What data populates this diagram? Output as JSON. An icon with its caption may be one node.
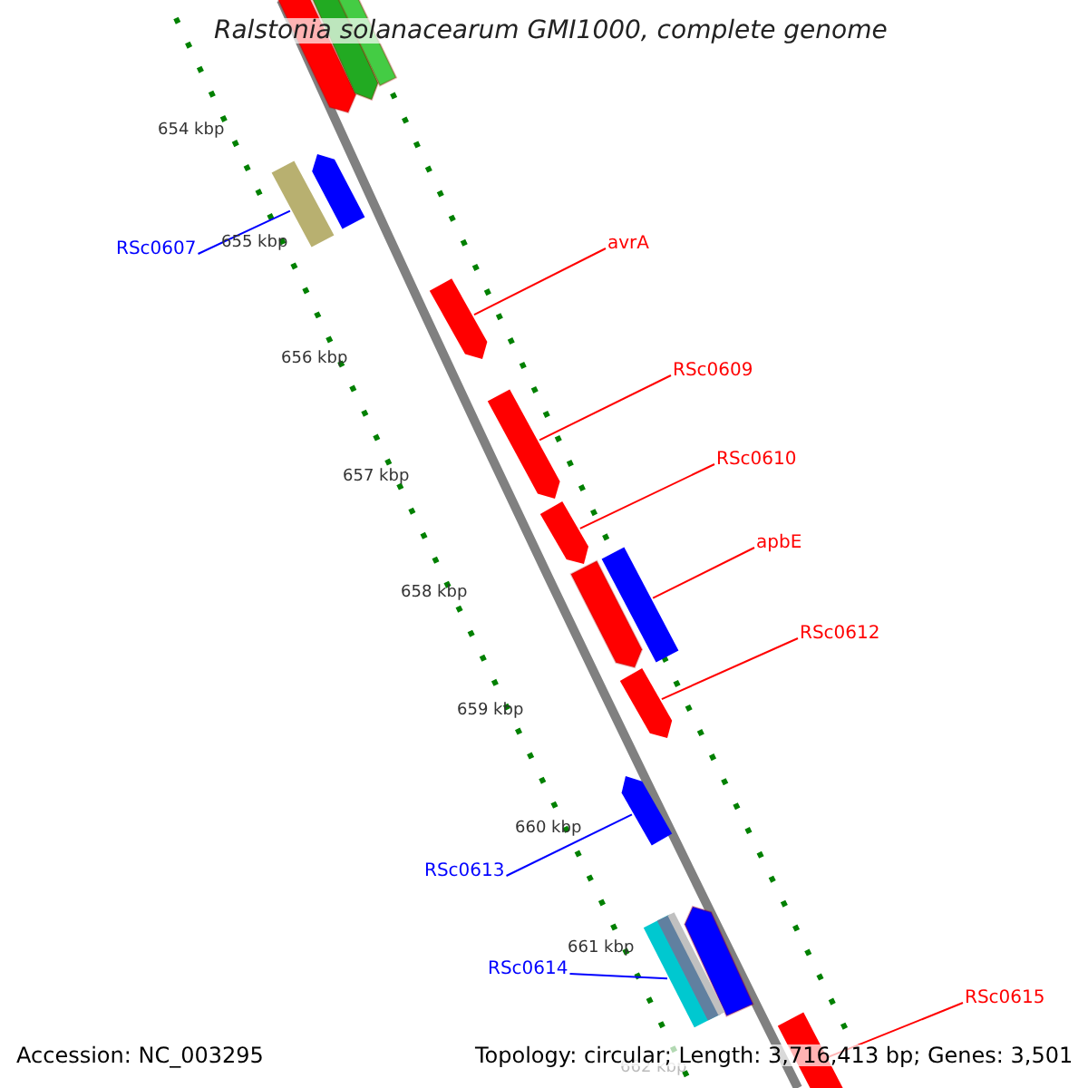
{
  "diagram": {
    "title": "Ralstonia solanacearum GMI1000, complete genome",
    "nodes": [
      {
        "text": [
          "RSc0607"
        ]
      },
      {
        "text": [],
        "shape": "bar"
      },
      {
        "text": [
          "avrA"
        ]
      },
      {
        "text": [],
        "shape": "bar"
      },
      {
        "text": [
          "RSc0609"
        ]
      },
      {
        "text": [],
        "shape": "bar"
      },
      {
        "text": [
          "RSc0610"
        ]
      },
      {
        "text": [],
        "shape": "bar"
      },
      {
        "text": [
          "apbE"
        ]
      },
      {
        "text": [],
        "shape": "bar"
      },
      {
        "text": [
          "RSc0612"
        ]
      },
      {
        "text": [],
        "shape": "bar"
      },
      {
        "text": [
          "RSc0613"
        ]
      },
      {
        "text": [],
        "shape": "bar"
      },
      {
        "text": [
          "RSc0614"
        ]
      },
      {
        "text": [],
        "shape": "bar"
      },
      {
        "text": [
          "RSc0615"
        ]
      },
      {
        "text": [],
        "shape": "bar"
      }
    ],
    "edges": [
      {
        "from": 0,
        "to": 1,
        "arrow": "none",
        "color": "#0000ff"
      },
      {
        "from": 2,
        "to": 3,
        "arrow": "none"
      },
      {
        "from": 4,
        "to": 5,
        "arrow": "none"
      },
      {
        "from": 6,
        "to": 7,
        "arrow": "none"
      },
      {
        "from": 8,
        "to": 9,
        "arrow": "none"
      },
      {
        "from": 10,
        "to": 11,
        "arrow": "none"
      },
      {
        "from": 12,
        "to": 13,
        "arrow": "none",
        "color": "#0000ff"
      },
      {
        "from": 14,
        "to": 15,
        "arrow": "none",
        "color": "#0000ff"
      },
      {
        "from": 16,
        "to": 17,
        "arrow": "none"
      }
    ],
    "labels": [
      "654 kbp",
      "655 kbp",
      "656 kbp",
      "657 kbp",
      "658 kbp",
      "659 kbp",
      "660 kbp",
      "661 kbp",
      "662 kbp",
      "Accession: NC_003295",
      "Topology: circular; Length: 3,716,413 bp; Genes: 3,501"
    ]
  }
}
